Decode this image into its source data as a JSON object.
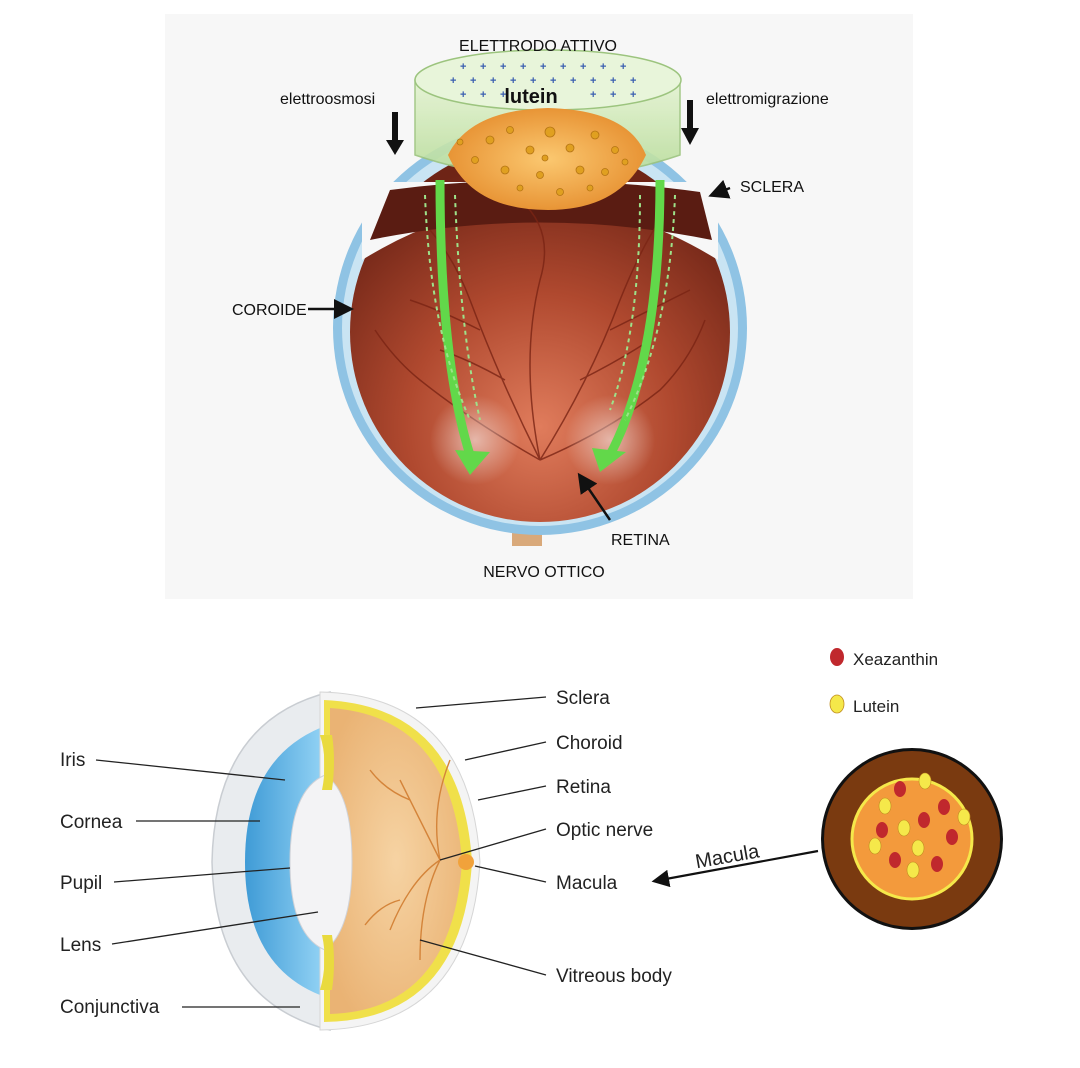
{
  "top_diagram": {
    "electrode_label": "ELETTRODO ATTIVO",
    "lutein_label": "lutein",
    "electroosmosis_label": "elettroosmosi",
    "electromigration_label": "elettromigrazione",
    "sclera_label": "SCLERA",
    "choroid_label": "COROIDE",
    "retina_label": "RETINA",
    "optic_nerve_label": "NERVO OTTICO",
    "colors": {
      "sclera": "#8fc3e4",
      "fundus": "#a8432a",
      "arrows": "#62d84a",
      "electrode": "#cfe9b4",
      "lutein": "#f2a640"
    }
  },
  "bottom_diagram": {
    "left_labels": [
      "Iris",
      "Cornea",
      "Pupil",
      "Lens",
      "Conjunctiva"
    ],
    "right_labels": [
      "Sclera",
      "Choroid",
      "Retina",
      "Optic nerve",
      "Macula",
      "Vitreous body"
    ],
    "macula_arrow_label": "Macula",
    "legend": [
      {
        "label": "Xeazanthin",
        "color": "#c0282d"
      },
      {
        "label": "Lutein",
        "color": "#f5e84a"
      }
    ],
    "colors": {
      "cornea": "#5ab4e6",
      "eye_body": "#f1c38a",
      "macula_outer": "#7a3a10",
      "macula_inner": "#f39a3c"
    }
  }
}
